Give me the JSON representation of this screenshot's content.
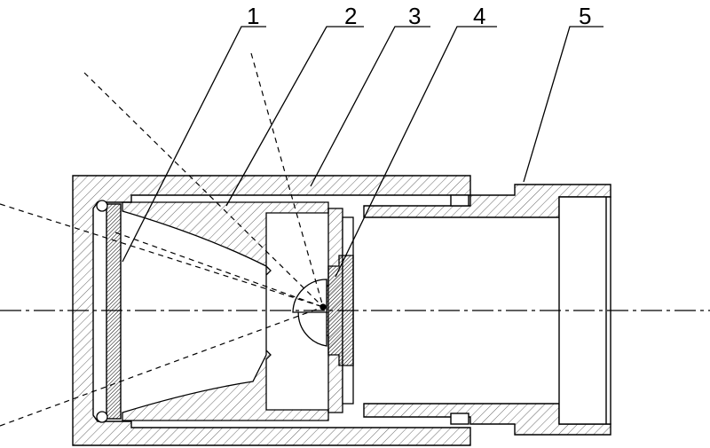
{
  "figure": {
    "labels": [
      {
        "id": "1",
        "text": "1"
      },
      {
        "id": "2",
        "text": "2"
      },
      {
        "id": "3",
        "text": "3"
      },
      {
        "id": "4",
        "text": "4"
      },
      {
        "id": "5",
        "text": "5"
      }
    ],
    "colors": {
      "line": "#000000",
      "background": "#ffffff"
    }
  }
}
